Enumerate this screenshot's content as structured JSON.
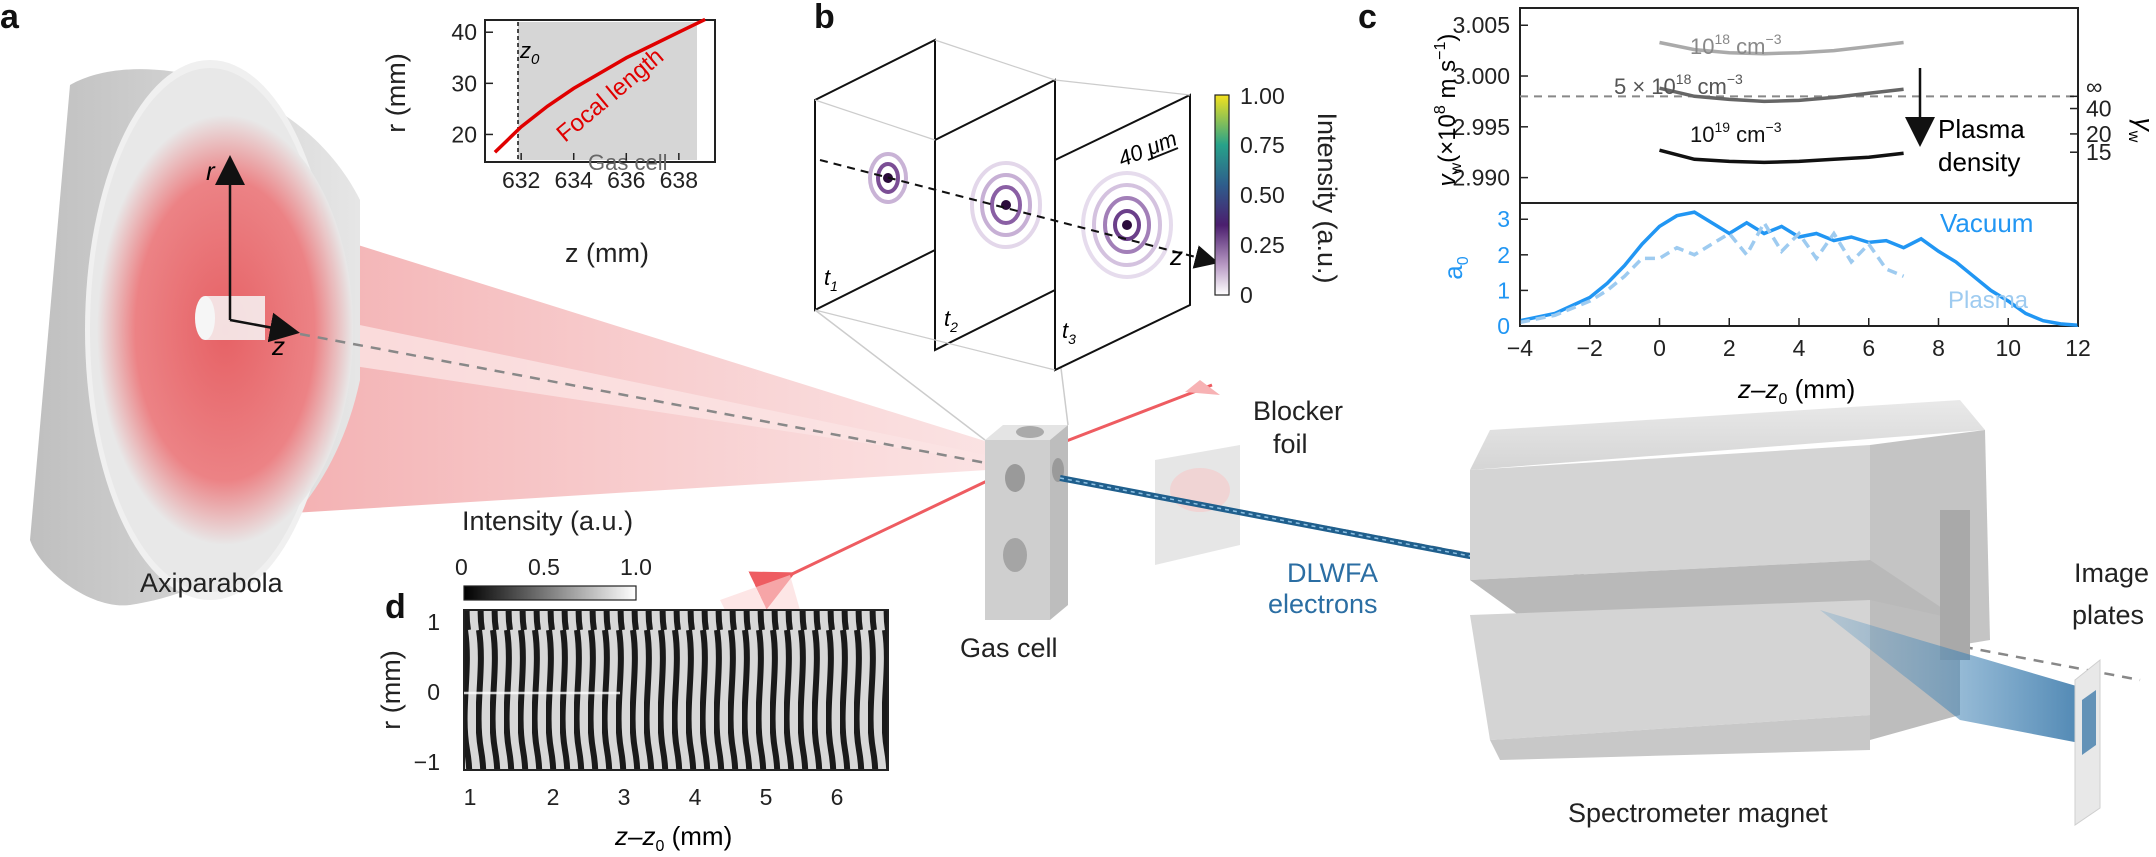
{
  "colors": {
    "laser": "#e8525a",
    "vacuum": "#2196f3",
    "plasma": "#9ecbf0",
    "electrons": "#2b6ea3",
    "focal": "#e00000",
    "gascell": "#d6d6d6"
  },
  "panel_a": {
    "letter": "a",
    "axiparabola_label": "Axiparabola",
    "axis_r": "r",
    "axis_z": "z",
    "gas_cell_label": "Gas cell",
    "electrons_label_1": "DLWFA",
    "electrons_label_2": "electrons",
    "blocker_label_1": "Blocker",
    "blocker_label_2": "foil",
    "magnet_label": "Spectrometer magnet",
    "plates_label_1": "Image",
    "plates_label_2": "plates"
  },
  "inset_a": {
    "ylabel": "r (mm)",
    "xlabel": "z (mm)",
    "xticks": [
      "632",
      "634",
      "636",
      "638"
    ],
    "yticks": [
      "20",
      "30",
      "40"
    ],
    "z0": "z",
    "z0_sub": "0",
    "focal_label": "Focal length",
    "gascell_label": "Gas cell"
  },
  "panel_b": {
    "letter": "b",
    "scale_label": "40 μm",
    "frames": [
      {
        "t": "t",
        "sub": "1"
      },
      {
        "t": "t",
        "sub": "2"
      },
      {
        "t": "t",
        "sub": "3"
      }
    ],
    "axis_z": "z",
    "colorbar_label": "Intensity (a.u.)",
    "colorbar_ticks": [
      "1.00",
      "0.75",
      "0.50",
      "0.25",
      "0"
    ]
  },
  "panel_c": {
    "letter": "c",
    "top_ylabel_main": "v",
    "top_ylabel_sub": "w",
    "top_ylabel_units": "(×10",
    "top_ylabel_exp": "8",
    "top_ylabel_units2": " m s",
    "top_ylabel_exp2": "−1",
    "top_ylabel_close": ")",
    "top_yticks": [
      "3.005",
      "3.000",
      "2.995",
      "2.990"
    ],
    "right_ylabel": "γ",
    "right_ylabel_sub": "w",
    "right_yticks": [
      "∞",
      "40",
      "20",
      "15"
    ],
    "density_lines": [
      {
        "label": "10",
        "exp": "18",
        "unit": " cm",
        "unit_exp": "−3"
      },
      {
        "label": "5 × 10",
        "exp": "18",
        "unit": " cm",
        "unit_exp": "−3"
      },
      {
        "label": "10",
        "exp": "19",
        "unit": " cm",
        "unit_exp": "−3"
      }
    ],
    "arrow_label_1": "Plasma",
    "arrow_label_2": "density",
    "bottom_ylabel": "a",
    "bottom_ylabel_sub": "0",
    "bottom_yticks": [
      "3",
      "2",
      "1",
      "0"
    ],
    "xticks": [
      "−4",
      "−2",
      "0",
      "2",
      "4",
      "6",
      "8",
      "10",
      "12"
    ],
    "xlabel": "z–z",
    "xlabel_sub": "0",
    "xlabel_unit": " (mm)",
    "vacuum_label": "Vacuum",
    "plasma_label": "Plasma"
  },
  "panel_d": {
    "letter": "d",
    "colorbar_label": "Intensity (a.u.)",
    "colorbar_ticks": [
      "0",
      "0.5",
      "1.0"
    ],
    "ylabel": "r (mm)",
    "yticks": [
      "1",
      "0",
      "−1"
    ],
    "xticks": [
      "1",
      "2",
      "3",
      "4",
      "5",
      "6"
    ],
    "xlabel": "z–z",
    "xlabel_sub": "0",
    "xlabel_unit": " (mm)"
  },
  "chart_data": [
    {
      "type": "line",
      "x": [
        631,
        632,
        633,
        634,
        635,
        636,
        637,
        638,
        639
      ],
      "series": [
        {
          "name": "Focal length",
          "values": [
            16.5,
            21.5,
            25.5,
            29,
            32,
            35,
            37.5,
            40,
            42.5
          ]
        }
      ],
      "xlabel": "z (mm)",
      "ylabel": "r (mm)",
      "xlim": [
        630.7,
        639.3
      ],
      "ylim": [
        15,
        42
      ]
    },
    {
      "type": "line",
      "x": [
        0,
        1,
        2,
        3,
        4,
        5,
        6,
        7
      ],
      "series": [
        {
          "name": "10^18 cm^-3",
          "values": [
            3.0033,
            3.0026,
            3.0023,
            3.0022,
            3.0023,
            3.0025,
            3.0029,
            3.0033
          ]
        },
        {
          "name": "5 × 10^18 cm^-3",
          "values": [
            2.9988,
            2.998,
            2.9977,
            2.9975,
            2.9976,
            2.9979,
            2.9983,
            2.9987
          ]
        },
        {
          "name": "10^19 cm^-3",
          "values": [
            2.9927,
            2.9918,
            2.9916,
            2.9915,
            2.9916,
            2.9918,
            2.992,
            2.9924
          ]
        }
      ],
      "ylabel": "v_w (×10^8 m s^-1)",
      "ylim": [
        2.9875,
        3.0065
      ],
      "xlim": [
        -4,
        12
      ]
    },
    {
      "type": "line",
      "x": [
        -4,
        -3,
        -2,
        -1.5,
        -1,
        -0.5,
        0,
        0.5,
        1,
        1.5,
        2,
        2.5,
        3,
        3.5,
        4,
        4.5,
        5,
        5.5,
        6,
        6.5,
        7,
        7.5,
        8,
        8.5,
        9,
        9.5,
        10,
        10.5,
        11,
        11.5,
        12
      ],
      "series": [
        {
          "name": "Vacuum",
          "values": [
            0.15,
            0.35,
            0.8,
            1.2,
            1.7,
            2.3,
            2.8,
            3.1,
            3.2,
            2.9,
            2.6,
            2.9,
            2.6,
            2.8,
            2.5,
            2.6,
            2.4,
            2.5,
            2.35,
            2.4,
            2.2,
            2.45,
            2.1,
            1.8,
            1.4,
            1.0,
            0.7,
            0.35,
            0.15,
            0.06,
            0.02
          ]
        },
        {
          "name": "Plasma",
          "values": [
            0.1,
            0.3,
            0.7,
            1.0,
            1.4,
            1.9,
            1.9,
            2.2,
            2.0,
            2.3,
            2.6,
            2.0,
            2.9,
            2.1,
            2.6,
            1.9,
            2.6,
            1.8,
            2.3,
            1.6,
            1.4,
            null,
            null,
            null,
            null,
            null,
            null,
            null,
            null,
            null,
            null
          ]
        }
      ],
      "xlabel": "z–z0 (mm)",
      "ylabel": "a0",
      "xlim": [
        -4,
        12
      ],
      "ylim": [
        0,
        3.4
      ]
    }
  ]
}
